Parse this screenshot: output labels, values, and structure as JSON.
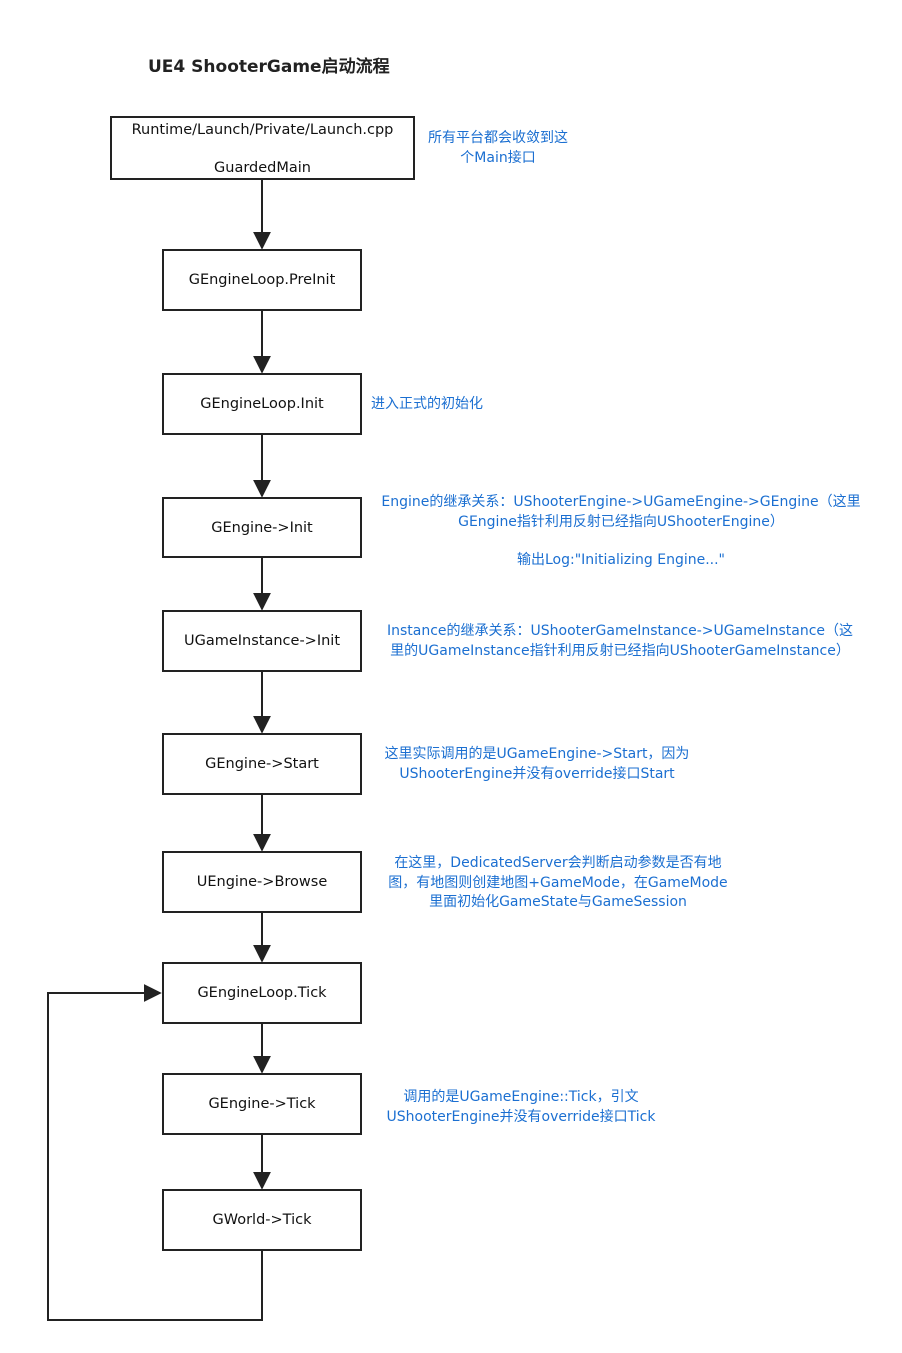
{
  "title": "UE4 ShooterGame启动流程",
  "nodes": {
    "launch": {
      "path": "Runtime/Launch/Private/Launch.cpp",
      "func": "GuardedMain"
    },
    "preinit": "GEngineLoop.PreInit",
    "init": "GEngineLoop.Init",
    "engine_init": "GEngine->Init",
    "instance_init": "UGameInstance->Init",
    "engine_start": "GEngine->Start",
    "browse": "UEngine->Browse",
    "loop_tick": "GEngineLoop.Tick",
    "engine_tick": "GEngine->Tick",
    "world_tick": "GWorld->Tick"
  },
  "notes": {
    "launch": [
      "所有平台都会收敛到这",
      "个Main接口"
    ],
    "init": [
      "进入正式的初始化"
    ],
    "engine_init": [
      "Engine的继承关系：UShooterEngine->UGameEngine->GEngine（这里",
      "GEngine指针利用反射已经指向UShooterEngine）"
    ],
    "engine_init_log": "输出Log:\"Initializing Engine...\"",
    "instance_init": [
      "Instance的继承关系：UShooterGameInstance->UGameInstance（这",
      "里的UGameInstance指针利用反射已经指向UShooterGameInstance）"
    ],
    "engine_start": [
      "这里实际调用的是UGameEngine->Start，因为",
      "UShooterEngine并没有override接口Start"
    ],
    "browse": [
      "在这里，DedicatedServer会判断启动参数是否有地",
      "图，有地图则创建地图+GameMode，在GameMode",
      "里面初始化GameState与GameSession"
    ],
    "engine_tick": [
      "调用的是UGameEngine::Tick，引文",
      "UShooterEngine并没有override接口Tick"
    ]
  },
  "colors": {
    "note": "#1b6fd1",
    "line": "#222222"
  }
}
